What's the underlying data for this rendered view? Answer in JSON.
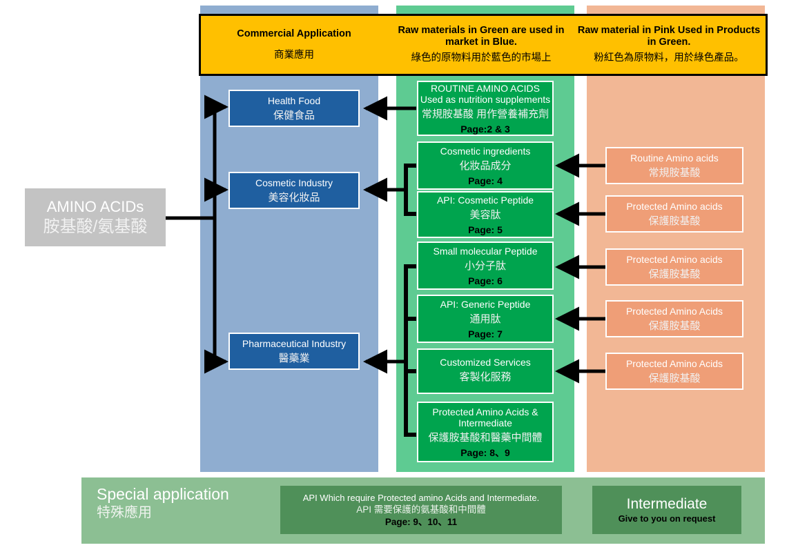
{
  "legend": {
    "cells": [
      {
        "en": "Commercial Application",
        "zh": "商業應用"
      },
      {
        "en": "Raw materials in Green are used in market in Blue.",
        "zh": "綠色的原物料用於藍色的市場上"
      },
      {
        "en": "Raw material in Pink Used in Products in Green.",
        "zh": "粉紅色為原物料，用於綠色產品。"
      }
    ]
  },
  "source": {
    "en": "AMINO ACIDs",
    "zh": "胺基酸/氨基酸"
  },
  "markets": [
    {
      "en": "Health Food",
      "zh": "保健食品"
    },
    {
      "en": "Cosmetic Industry",
      "zh": "美容化妝品"
    },
    {
      "en": "Pharmaceutical Industry",
      "zh": "醫藥業"
    }
  ],
  "products": [
    {
      "en": "ROUTINE AMINO ACIDS Used as nutrition supplements",
      "zh": "常規胺基酸 用作營養補充劑",
      "page": "Page:2 & 3"
    },
    {
      "en": "Cosmetic ingredients",
      "zh": "化妝品成分",
      "page": "Page: 4"
    },
    {
      "en": "API: Cosmetic Peptide",
      "zh": "美容肽",
      "page": "Page: 5"
    },
    {
      "en": "Small molecular Peptide",
      "zh": "小分子肽",
      "page": "Page: 6"
    },
    {
      "en": "API: Generic Peptide",
      "zh": "通用肽",
      "page": "Page: 7"
    },
    {
      "en": "Customized Services",
      "zh": "客製化服務",
      "page": ""
    },
    {
      "en": "Protected Amino Acids & Intermediate",
      "zh": "保護胺基酸和醫藥中間體",
      "page": "Page: 8、9"
    }
  ],
  "raw_materials": [
    {
      "en": "Routine Amino acids",
      "zh": "常規胺基酸"
    },
    {
      "en": "Protected Amino acids",
      "zh": "保護胺基酸"
    },
    {
      "en": "Protected Amino acids",
      "zh": "保護胺基酸"
    },
    {
      "en": "Protected Amino Acids",
      "zh": "保護胺基酸"
    },
    {
      "en": "Protected Amino Acids",
      "zh": "保護胺基酸"
    }
  ],
  "special": {
    "title_en": "Special application",
    "title_zh": "特殊應用",
    "api_en": "API Which require Protected amino Acids and Intermediate.",
    "api_zh": "API 需要保護的氨基酸和中間體",
    "api_page": "Page: 9、10、11",
    "intermediate_en": "Intermediate",
    "intermediate_sub": "Give to you on request"
  },
  "colors": {
    "band_blue": "#8fadd0",
    "band_green": "#5ecb92",
    "band_pink": "#f2b795",
    "node_blue": "#1f5fa0",
    "node_green": "#00a44e",
    "node_pink": "#ef9e77",
    "legend_yellow": "#ffc000",
    "special_band": "#8cbf93",
    "special_box": "#4f9059",
    "source_gray": "#c3c3c3",
    "connector": "#000000"
  }
}
